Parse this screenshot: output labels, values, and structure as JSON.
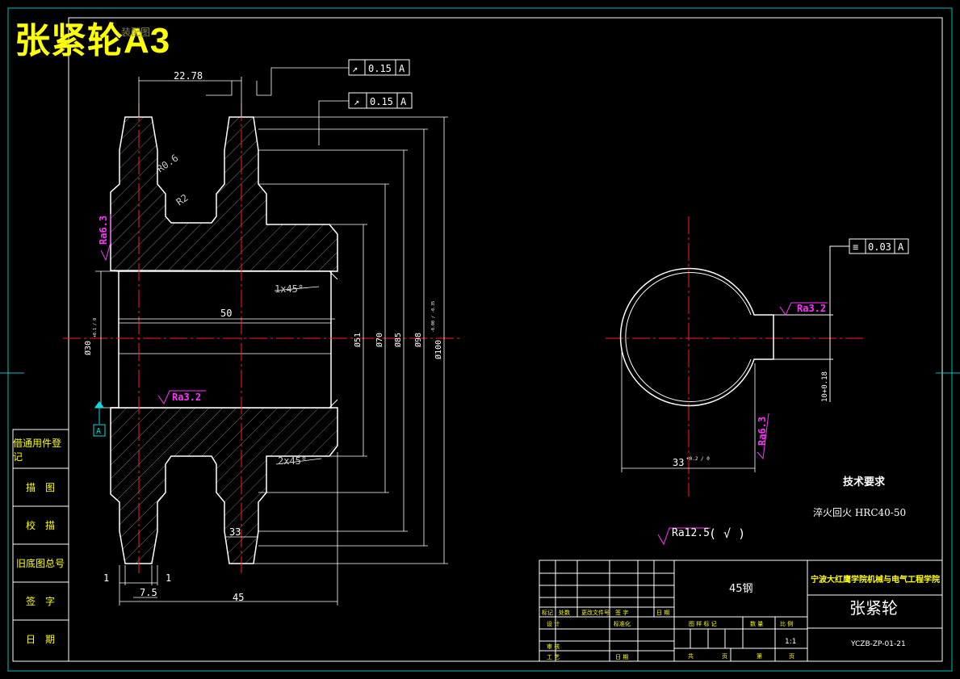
{
  "sheet": {
    "title": "张紧轮A3",
    "faint_watermark": "装配图"
  },
  "side_panel": {
    "labels": [
      "借通用件登记",
      "描　图",
      "校　描",
      "旧底图总号",
      "签　字",
      "日　期"
    ]
  },
  "dimensions": {
    "d_22_78": "22.78",
    "d_50": "50",
    "d_30": "Ø30",
    "d_30_tol": "+0.1 / 0",
    "d_51": "Ø51",
    "d_70": "Ø70",
    "d_85": "Ø85",
    "d_98": "Ø98",
    "d_100": "Ø100",
    "d_100_tol": "-0.00 / -0.35",
    "d_45": "45",
    "d_7_5": "7.5",
    "d_1_left": "1",
    "d_1_right": "1",
    "d_33_small": "33",
    "d_33_key": "33",
    "d_33_tol": "+0.2 / 0",
    "d_10": "10+0.18",
    "r06": "R0.6",
    "r2": "R2",
    "chamfer1": "1x45°",
    "chamfer2": "2x45°"
  },
  "tolerances": {
    "runout1": {
      "symbol": "↗",
      "value": "0.15",
      "datum": "A"
    },
    "runout2": {
      "symbol": "↗",
      "value": "0.15",
      "datum": "A"
    },
    "symmetry": {
      "symbol": "≡",
      "value": "0.03",
      "datum": "A"
    },
    "datum_label": "A"
  },
  "roughness": {
    "r_left": "Ra6.3",
    "r_bore": "Ra3.2",
    "r_key": "Ra3.2",
    "r_key_side": "Ra6.3",
    "general": "Ra12.5",
    "general_paren": "( √ )"
  },
  "tech": {
    "heading": "技术要求",
    "line1": "淬火回火  HRC40-50"
  },
  "titleblock": {
    "material": "45钢",
    "school": "宁波大红鹰学院机械与电气工程学院",
    "part_name": "张紧轮",
    "drawing_no": "YCZB-ZP-01-21",
    "scale": "1:1",
    "h_mark": "标记",
    "h_count": "处数",
    "h_doc": "更改文件号",
    "h_sign": "签 字",
    "h_date": "日 期",
    "h_design": "设 计",
    "h_std": "标准化",
    "h_review": "审 核",
    "h_craft": "工 艺",
    "h_date2": "日 期",
    "h_stage": "图 样 标 记",
    "h_weight": "数 量",
    "h_scale": "比 例",
    "h_total": "共",
    "h_page": "页",
    "h_no": "第",
    "h_page2": "页"
  },
  "colors": {
    "background": "#000000",
    "line": "#ffffff",
    "center": "#ff2020",
    "hatch": "#808080",
    "roughness": "#ff33ff",
    "text_yellow": "#ffff00",
    "datum": "#00e0e0"
  }
}
